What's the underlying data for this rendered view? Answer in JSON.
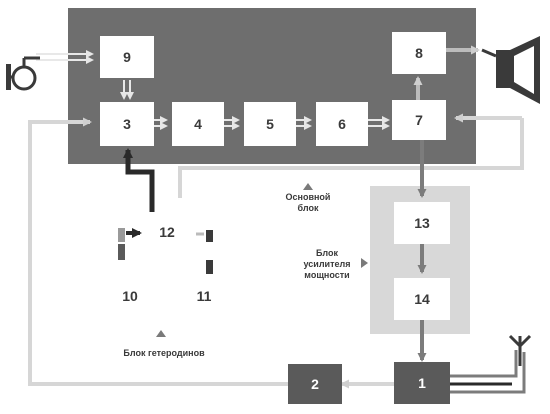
{
  "colors": {
    "main_unit": "#6e6e6e",
    "power_unit": "#d8d8d8",
    "dark_block": "#5a5a5a",
    "block_fill": "#ffffff",
    "link_light": "#c8c8c8",
    "link_dark": "#2a2a2a",
    "link_mid": "#7c7c7c"
  },
  "blocks": {
    "b1": "1",
    "b2": "2",
    "b3": "3",
    "b4": "4",
    "b5": "5",
    "b6": "6",
    "b7": "7",
    "b8": "8",
    "b9": "9",
    "b10": "10",
    "b11": "11",
    "b12": "12",
    "b13": "13",
    "b14": "14"
  },
  "captions": {
    "main_unit": "Основной блок",
    "power_amp_unit": "Блок усилителя мощности",
    "oscillator_unit": "Блок гетеродинов"
  },
  "icons": {
    "microphone": "microphone-icon",
    "loudspeaker": "loudspeaker-icon",
    "antenna": "antenna-icon"
  }
}
